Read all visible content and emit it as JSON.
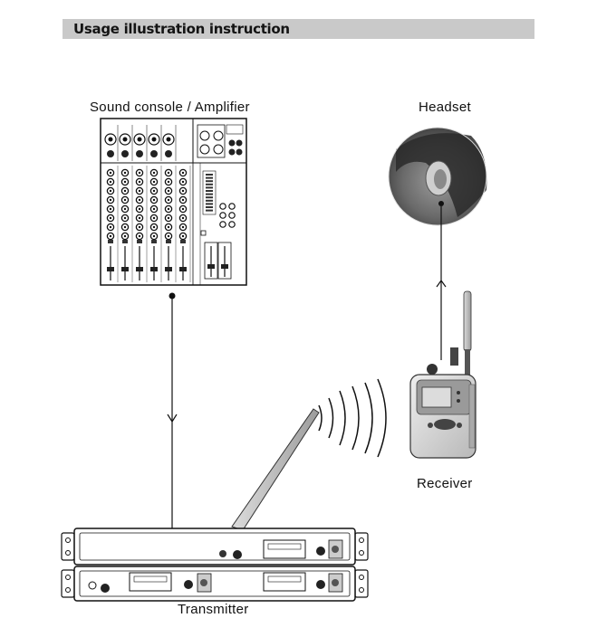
{
  "header": {
    "title": "Usage illustration instruction"
  },
  "labels": {
    "console": "Sound console / Amplifier",
    "headset": "Headset",
    "receiver": "Receiver",
    "transmitter": "Transmitter"
  },
  "colors": {
    "header_bg": "#c9c9c9",
    "line": "#111111"
  }
}
